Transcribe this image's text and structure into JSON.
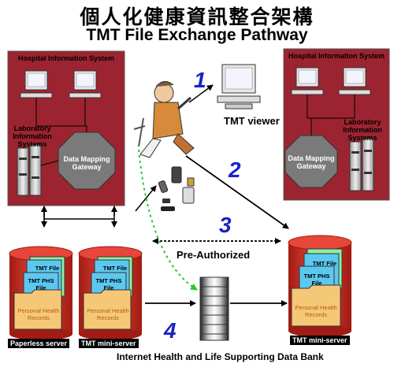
{
  "title_cn": "個人化健康資訊整合架構",
  "title_en": "TMT File Exchange Pathway",
  "his_left": {
    "title": "Hospital Information System",
    "lab": "Laboratory Information Systems",
    "gateway": "Data Mapping Gateway"
  },
  "his_right": {
    "title": "Hospital Information System",
    "lab": "Laboratory Information Systems",
    "gateway": "Data Mapping Gateway"
  },
  "servers": {
    "paperless": {
      "label": "Paperless server",
      "file": "TMT File",
      "phs": "TMT PHS File",
      "records": "Personal Health Records"
    },
    "mini_left": {
      "label": "TMT mini-server",
      "file": "TMT File",
      "phs": "TMT PHS File",
      "records": "Personal Health Records"
    },
    "mini_right": {
      "label": "TMT mini-server",
      "file": "TMT File",
      "phs": "TMT PHS File",
      "records": "Personal Health Records"
    }
  },
  "pathways": {
    "n1": "1",
    "n2": "2",
    "n3": "3",
    "n4": "4",
    "viewer": "TMT viewer",
    "preauth": "Pre-Authorized",
    "databank": "Internet Health and Life Supporting Data Bank"
  },
  "colors": {
    "his_red": "#9c2430",
    "server_red": "#d8322a",
    "folder": "#f5c878",
    "card_blue": "#5cc8f0",
    "card_green": "#8ef0a0",
    "number_blue": "#1a22c8",
    "dotted_green": "#22cc22"
  }
}
